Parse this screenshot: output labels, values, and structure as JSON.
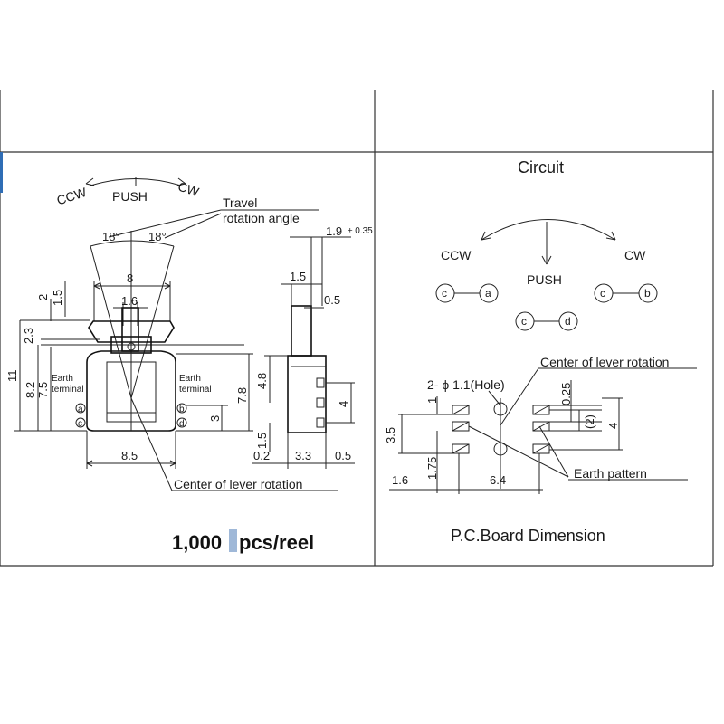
{
  "left_panel": {
    "rotation_labels": {
      "ccw": "CCW",
      "push": "PUSH",
      "cw": "CW"
    },
    "travel_label_line1": "Travel",
    "travel_label_line2": "rotation angle",
    "angle_left": "18°",
    "angle_right": "18°",
    "dims": {
      "width_top": "8",
      "shaft": "1.6",
      "h_2": "2",
      "h_1_5": "1.5",
      "h_2_3": "2.3",
      "h_11": "11",
      "h_8_2": "8.2",
      "h_7_5": "7.5",
      "h_7_8": "7.8",
      "h_3": "3",
      "base_width": "8.5"
    },
    "earth_terminal": "Earth\nterminal",
    "earth_left_1": "Earth",
    "earth_left_2": "terminal",
    "earth_right_1": "Earth",
    "earth_right_2": "terminal",
    "pins": {
      "a": "a",
      "b": "b",
      "c": "c",
      "d": "d"
    },
    "center_label": "Center of lever rotation",
    "side_dims": {
      "top": "1.9",
      "top_tol": "± 0.35",
      "d_1_5": "1.5",
      "d_0_5": "0.5",
      "d_4_8": "4.8",
      "d_4": "4",
      "d_1_5b": "1.5",
      "d_0_2": "0.2",
      "d_3_3": "3.3",
      "d_0_5b": "0.5"
    },
    "qty_num": "1,000",
    "qty_unit": "pcs/reel"
  },
  "right_panel": {
    "circuit_title": "Circuit",
    "ccw": "CCW",
    "cw": "CW",
    "push": "PUSH",
    "nodes": {
      "c1": "c",
      "a": "a",
      "c2": "c",
      "b": "b",
      "c3": "c",
      "d": "d"
    },
    "hole_label": "2- ϕ 1.1(Hole)",
    "center_label": "Center of lever rotation",
    "earth_pattern": "Earth pattern",
    "dims": {
      "d_0_25": "0.25",
      "d_1": "1",
      "d_2": "(2)",
      "d_4": "4",
      "d_3_5": "3.5",
      "d_1_75": "1.75",
      "d_1_6": "1.6",
      "d_6_4": "6.4"
    },
    "pcb_title": "P.C.Board Dimension"
  },
  "colors": {
    "line": "#222222",
    "accent_blue": "#2f6db5",
    "highlight": "#9fb8d8"
  }
}
